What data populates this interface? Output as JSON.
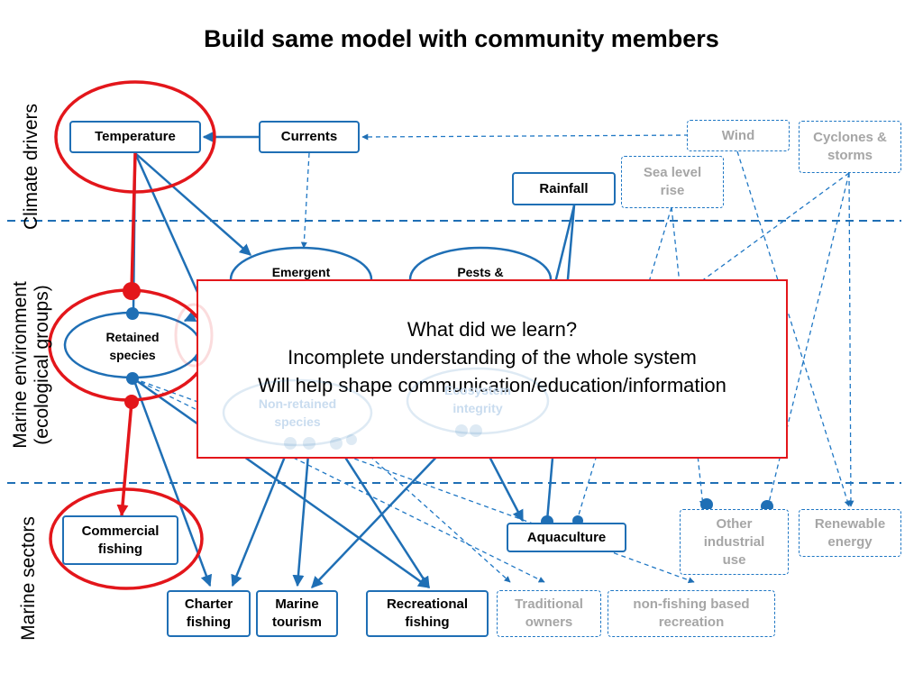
{
  "title": "Build same model with community members",
  "bands": {
    "climate": "Climate drivers",
    "marine_env": "Marine environment (ecological groups)",
    "sectors": "Marine sectors"
  },
  "nodes": {
    "temperature": "Temperature",
    "currents": "Currents",
    "wind": "Wind",
    "cyclones": "Cyclones & storms",
    "sea_level": "Sea level rise",
    "rainfall": "Rainfall",
    "emergent": "Emergent species",
    "pests": "Pests & diseases",
    "retained": "Retained species",
    "non_retained": "Non-retained species",
    "ecosystem": "Ecosystem integrity",
    "commercial": "Commercial fishing",
    "charter": "Charter fishing",
    "marine_tourism": "Marine tourism",
    "recreational": "Recreational fishing",
    "traditional": "Traditional owners",
    "nonfishing": "non-fishing based recreation",
    "aquaculture": "Aquaculture",
    "other_industrial": "Other industrial use",
    "renewable": "Renewable energy"
  },
  "callout": {
    "line1": "What did we learn?",
    "line2": "Incomplete understanding of the whole system",
    "line3": "Will help shape communication/education/information"
  },
  "colors": {
    "link": "#1f6fb5",
    "dashed_link": "#1f77c4",
    "highlight": "#e3161b",
    "dashed_text": "#a6a6a6"
  }
}
